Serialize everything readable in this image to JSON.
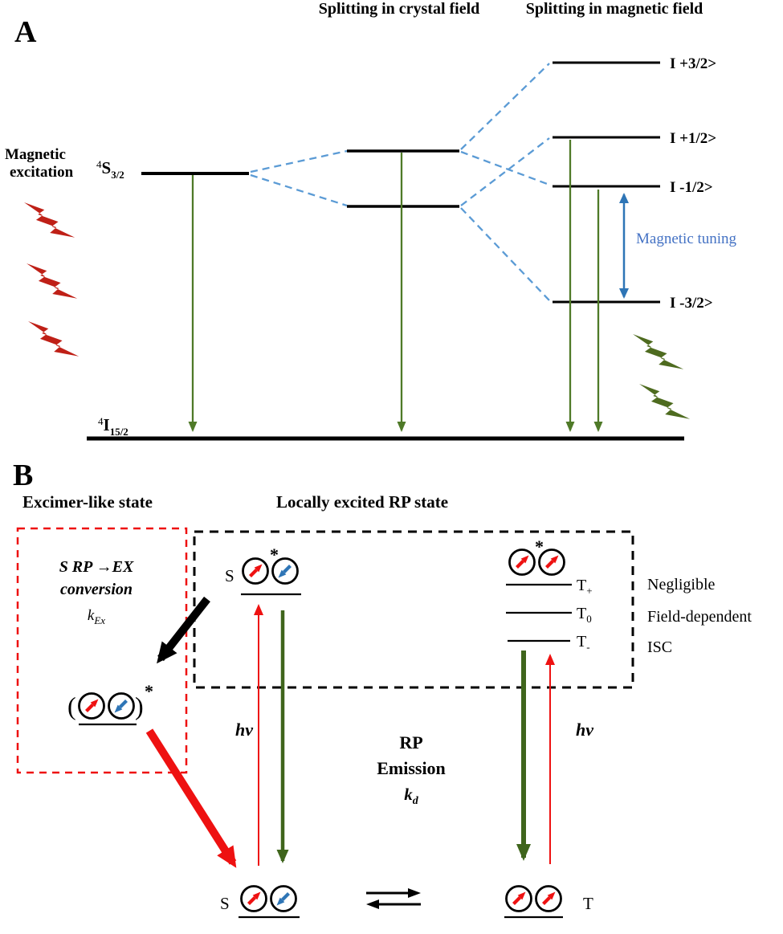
{
  "panelA": {
    "label": "A",
    "crystal_header": "Splitting in crystal field",
    "magnetic_header": "Splitting in magnetic field",
    "excitation_line1": "Magnetic",
    "excitation_line2": "excitation",
    "excited_state": {
      "sup": "4",
      "base": "S",
      "sub": "3/2"
    },
    "ground_state": {
      "sup": "4",
      "base": "I",
      "sub": "15/2"
    },
    "levels": [
      {
        "label": "I +3/2>"
      },
      {
        "label": "I +1/2>"
      },
      {
        "label": "I -1/2>"
      },
      {
        "label": "I -3/2>"
      }
    ],
    "magnetic_tuning": "Magnetic tuning"
  },
  "panelB": {
    "label": "B",
    "excimer_title": "Excimer-like state",
    "rp_title": "Locally excited RP state",
    "conversion_line1": "S RP →EX",
    "conversion_line2": "conversion",
    "k_ex": {
      "base": "k",
      "sub": "Ex"
    },
    "hv": "hν",
    "rp_line1": "RP",
    "rp_line2": "Emission",
    "k_d": {
      "base": "k",
      "sub": "d"
    },
    "s_top": "S",
    "s_bottom": "S",
    "t_bottom": "T",
    "asterisk": "*",
    "paren_open": "(",
    "paren_close": ")",
    "t_plus": {
      "base": "T",
      "sub": "+"
    },
    "t_zero": {
      "base": "T",
      "sub": "0"
    },
    "t_minus": {
      "base": "T",
      "sub": "-"
    },
    "negligible": "Negligible",
    "field_dependent": "Field-dependent",
    "isc": "ISC"
  },
  "colors": {
    "emission_arrow_green": "#4f7a28",
    "panelb_green": "#3f651c",
    "bolt_red": "#bf2017",
    "bolt_green": "#4e6b1f",
    "dashed_blue": "#5b9bd5",
    "tuning_text_blue": "#4472c4",
    "tuning_arrow_blue": "#2e75b6",
    "spin_red": "#ee1111",
    "spin_blue": "#2e75b6"
  }
}
